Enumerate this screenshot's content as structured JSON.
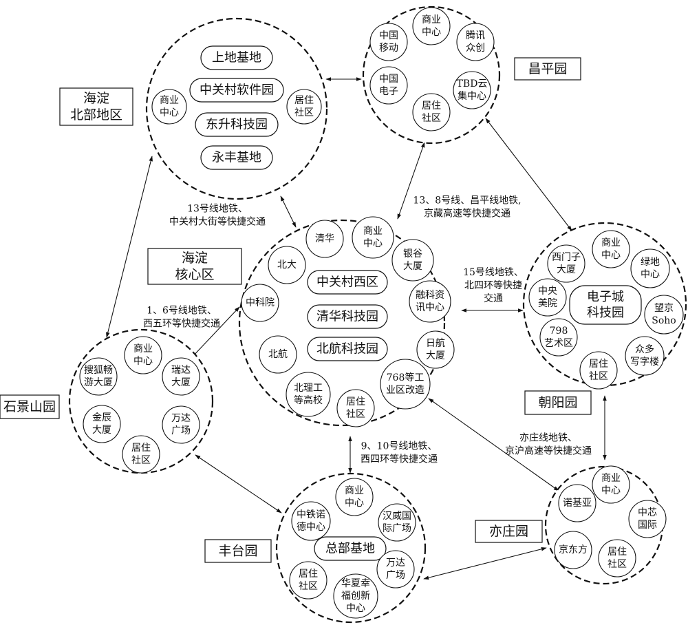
{
  "labels": {
    "haidian_north": [
      "海淀",
      "北部地区"
    ],
    "changping": [
      "昌平园"
    ],
    "haidian_core": [
      "海淀",
      "核心区"
    ],
    "shijingshan": [
      "石景山园"
    ],
    "chaoyang": [
      "朝阳园"
    ],
    "fengtai": [
      "丰台园"
    ],
    "yizhuang": [
      "亦庄园"
    ]
  },
  "parks": {
    "haidian_north": {
      "pills": [
        "上地基地",
        "中关村软件园",
        "东升科技园",
        "永丰基地"
      ],
      "circles": [
        [
          "商业",
          "中心"
        ],
        [
          "居住",
          "社区"
        ]
      ]
    },
    "changping": {
      "circles": [
        [
          "商业",
          "中心"
        ],
        [
          "腾讯",
          "众创"
        ],
        [
          "TBD云",
          "集中心"
        ],
        [
          "居住",
          "社区"
        ],
        [
          "中国",
          "电子"
        ],
        [
          "中国",
          "移动"
        ]
      ]
    },
    "haidian_core": {
      "pills": [
        "中关村西区",
        "清华科技园",
        "北航科技园"
      ],
      "circles": [
        [
          "清华"
        ],
        [
          "商业",
          "中心"
        ],
        [
          "银谷",
          "大厦"
        ],
        [
          "融科资",
          "讯中心"
        ],
        [
          "日航",
          "大厦"
        ],
        [
          "768等工",
          "业区改造"
        ],
        [
          "居住",
          "社区"
        ],
        [
          "北理工",
          "等高校"
        ],
        [
          "北航"
        ],
        [
          "中科院"
        ],
        [
          "北大"
        ]
      ]
    },
    "chaoyang": {
      "pills": [
        [
          "电子城",
          "科技园"
        ]
      ],
      "circles": [
        [
          "商业",
          "中心"
        ],
        [
          "绿地",
          "中心"
        ],
        [
          "望京",
          "Soho"
        ],
        [
          "众多",
          "写字楼"
        ],
        [
          "居住",
          "社区"
        ],
        [
          "798",
          "艺术区"
        ],
        [
          "中央",
          "美院"
        ],
        [
          "西门子",
          "大厦"
        ]
      ]
    },
    "shijingshan": {
      "circles": [
        [
          "商业",
          "中心"
        ],
        [
          "瑞达",
          "大厦"
        ],
        [
          "万达",
          "广场"
        ],
        [
          "居住",
          "社区"
        ],
        [
          "金辰",
          "大厦"
        ],
        [
          "搜狐畅",
          "游大厦"
        ]
      ]
    },
    "fengtai": {
      "pills": [
        "总部基地"
      ],
      "circles": [
        [
          "商业",
          "中心"
        ],
        [
          "汉威国",
          "际广场"
        ],
        [
          "万达",
          "广场"
        ],
        [
          "华夏幸",
          "福创新",
          "中心"
        ],
        [
          "居住",
          "社区"
        ],
        [
          "中铁诺",
          "德中心"
        ]
      ]
    },
    "yizhuang": {
      "circles": [
        [
          "商业",
          "中心"
        ],
        [
          "中芯",
          "国际"
        ],
        [
          "居住",
          "社区"
        ],
        [
          "京东方"
        ],
        [
          "诺基亚"
        ]
      ]
    }
  },
  "connections": [
    {
      "from": "haidian_north",
      "to": "changping",
      "label": []
    },
    {
      "from": "haidian_north",
      "to": "haidian_core",
      "label": [
        "13号线地铁、",
        "中关村大街等快捷交通"
      ]
    },
    {
      "from": "changping",
      "to": "haidian_core",
      "label": [
        "13、8号线、昌平线地铁,",
        "京藏高速等快捷交通"
      ]
    },
    {
      "from": "haidian_north",
      "to": "shijingshan",
      "label": []
    },
    {
      "from": "changping",
      "to": "chaoyang",
      "label": []
    },
    {
      "from": "haidian_core",
      "to": "chaoyang",
      "label": [
        "15号线地铁、",
        "北四环等快捷",
        "交通"
      ]
    },
    {
      "from": "haidian_core",
      "to": "shijingshan",
      "label": [
        "1、6号线地铁、",
        "西五环等快捷交通"
      ]
    },
    {
      "from": "haidian_core",
      "to": "fengtai",
      "label": [
        "9、10号线地铁、",
        "西四环等快捷交通"
      ]
    },
    {
      "from": "haidian_core",
      "to": "yizhuang",
      "label": []
    },
    {
      "from": "chaoyang",
      "to": "yizhuang",
      "label": [
        "亦庄线地铁、",
        "京沪高速等快捷交通"
      ]
    },
    {
      "from": "shijingshan",
      "to": "fengtai",
      "label": []
    },
    {
      "from": "fengtai",
      "to": "yizhuang",
      "label": []
    }
  ]
}
